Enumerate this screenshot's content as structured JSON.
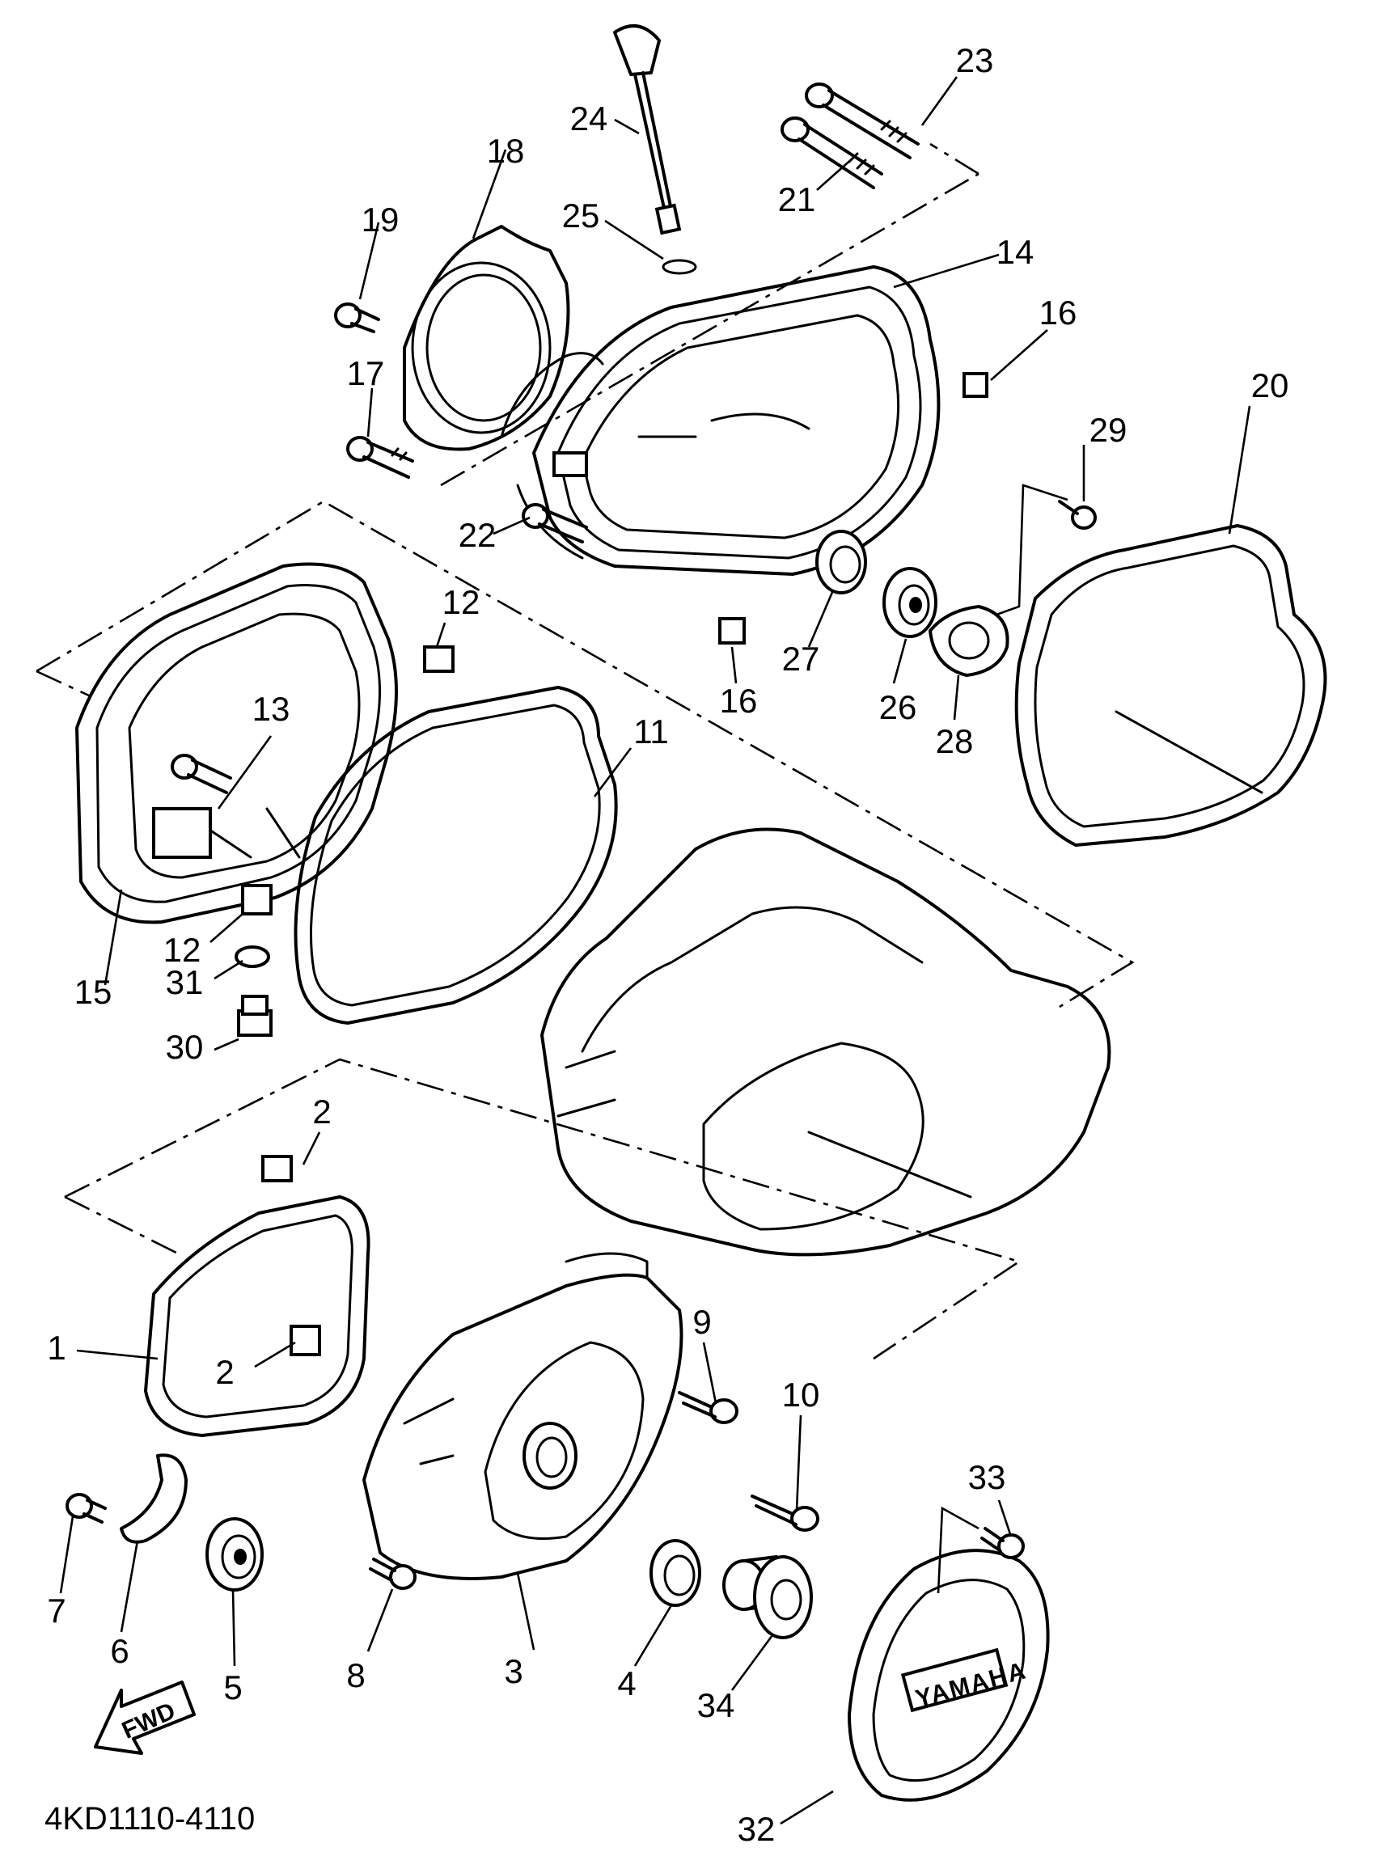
{
  "diagram": {
    "code": "4KD1110-4110",
    "direction_label": "FWD",
    "brand_mark": "YAMAHA",
    "callouts": [
      "1",
      "2",
      "2",
      "3",
      "4",
      "5",
      "6",
      "7",
      "8",
      "9",
      "10",
      "11",
      "12",
      "12",
      "13",
      "14",
      "15",
      "16",
      "16",
      "17",
      "18",
      "19",
      "20",
      "21",
      "22",
      "23",
      "24",
      "25",
      "26",
      "27",
      "28",
      "29",
      "30",
      "31",
      "32",
      "33",
      "34"
    ]
  }
}
